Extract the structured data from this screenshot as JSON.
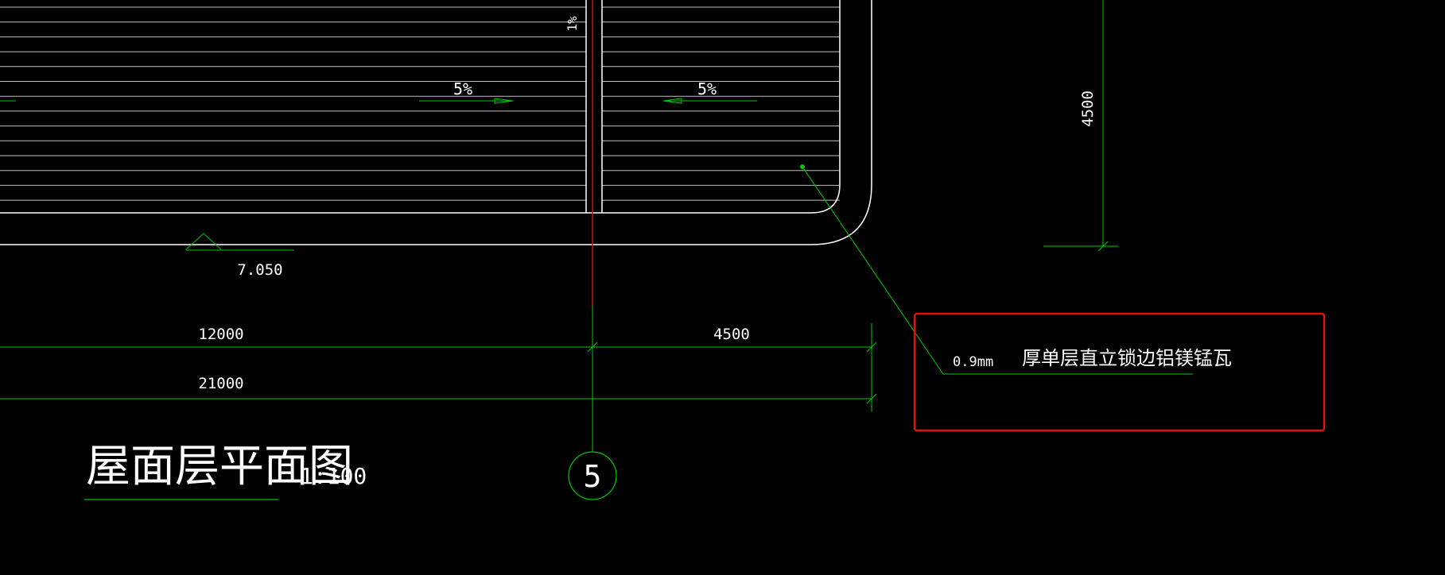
{
  "colors": {
    "background": "#000000",
    "roof_line": "#ffffff",
    "dimension": "#00c800",
    "axis": "#d01010",
    "highlight_box": "#e01010",
    "text": "#ffffff"
  },
  "slopes": {
    "left": "5%",
    "right": "5%",
    "ridge": "1%"
  },
  "elevation": "7.050",
  "dimensions": {
    "seg_left": "12000",
    "seg_right": "4500",
    "total": "21000",
    "vertical": "4500"
  },
  "axis_label": "5",
  "annotation": {
    "thickness": "0.9mm",
    "material": "厚单层直立锁边铝镁锰瓦"
  },
  "title": {
    "main": "屋面层平面图",
    "scale": "1:100"
  }
}
